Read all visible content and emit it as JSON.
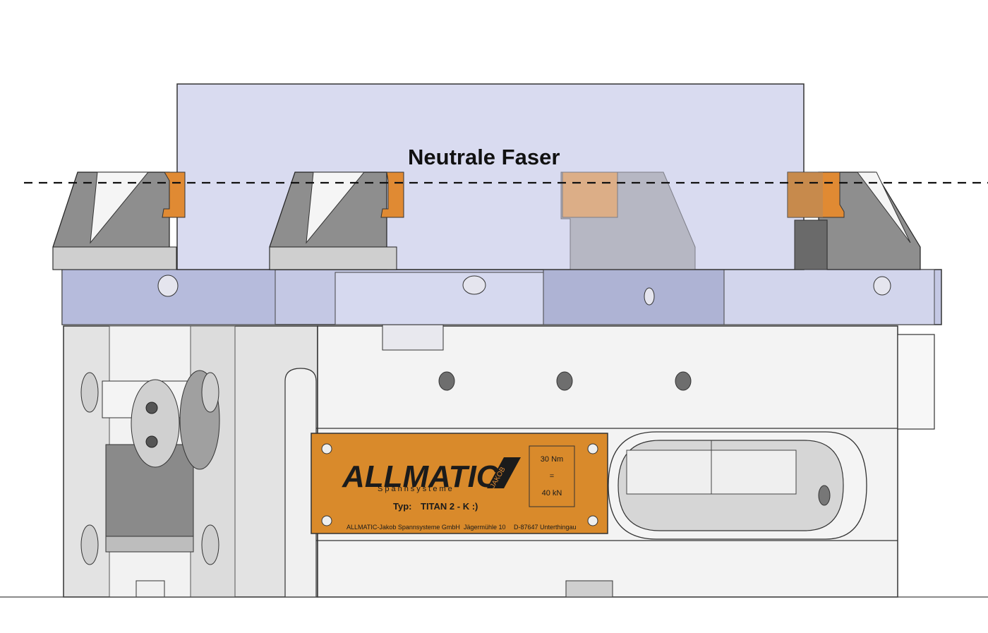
{
  "diagram": {
    "annotation": "Neutrale Faser"
  },
  "nameplate": {
    "brand": "ALLMATIC",
    "subbrand": "Spannsysteme",
    "tag": "JAKOB",
    "torque": "30 Nm",
    "equals": "=",
    "force": "40 kN",
    "type_label": "Typ:",
    "type_value": "TITAN 2 - K :)",
    "company": "ALLMATIC-Jakob Spannsysteme GmbH",
    "street": "Jägermühle 10",
    "city": "D-87647 Unterthingau"
  },
  "colors": {
    "orange": "#d98a2b",
    "jaw_orange": "#e08a33",
    "workpiece": "#d7d9ee",
    "base_blue": "#b9bedb",
    "body_gray": "#e6e6e6",
    "outline": "#333333"
  }
}
